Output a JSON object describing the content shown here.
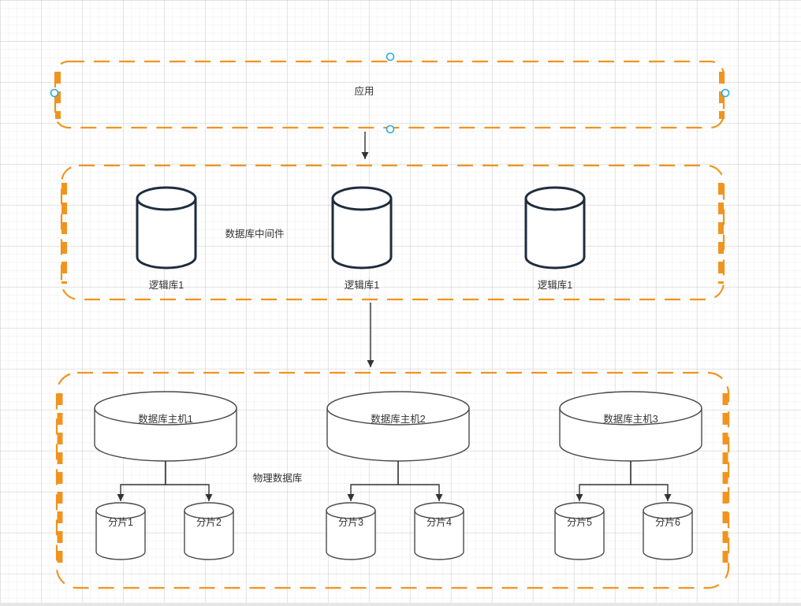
{
  "diagram": {
    "app": {
      "label": "应用"
    },
    "middleware": {
      "label": "数据库中间件",
      "logical_dbs": [
        {
          "label": "逻辑库1"
        },
        {
          "label": "逻辑库1"
        },
        {
          "label": "逻辑库1"
        }
      ]
    },
    "physical": {
      "label": "物理数据库",
      "hosts": [
        {
          "label": "数据库主机1",
          "shards": [
            {
              "label": "分片1"
            },
            {
              "label": "分片2"
            }
          ]
        },
        {
          "label": "数据库主机2",
          "shards": [
            {
              "label": "分片3"
            },
            {
              "label": "分片4"
            }
          ]
        },
        {
          "label": "数据库主机3",
          "shards": [
            {
              "label": "分片5"
            },
            {
              "label": "分片6"
            }
          ]
        }
      ]
    },
    "colors": {
      "container_stroke": "#F0941F",
      "logical_db_stroke": "#1F2D3D",
      "shape_stroke": "#4A4A4A",
      "connector": "#333333",
      "selection_handle": "#29A9E1",
      "text": "#333333"
    }
  }
}
